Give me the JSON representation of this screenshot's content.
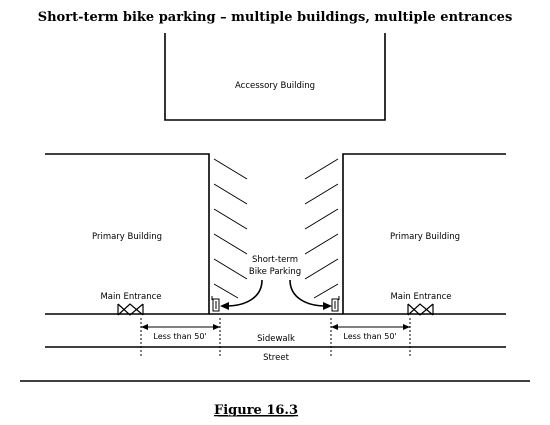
{
  "title": "Short-term bike parking – multiple buildings, multiple entrances",
  "caption": "Figure 16.3",
  "labels": {
    "accessory_building": "Accessory Building",
    "primary_building_left": "Primary Building",
    "primary_building_right": "Primary Building",
    "main_entrance_left": "Main Entrance",
    "main_entrance_right": "Main Entrance",
    "bike_parking_line1": "Short-term",
    "bike_parking_line2": "Bike Parking",
    "distance_left": "Less than 50'",
    "distance_right": "Less than 50'",
    "sidewalk": "Sidewalk",
    "street": "Street"
  }
}
